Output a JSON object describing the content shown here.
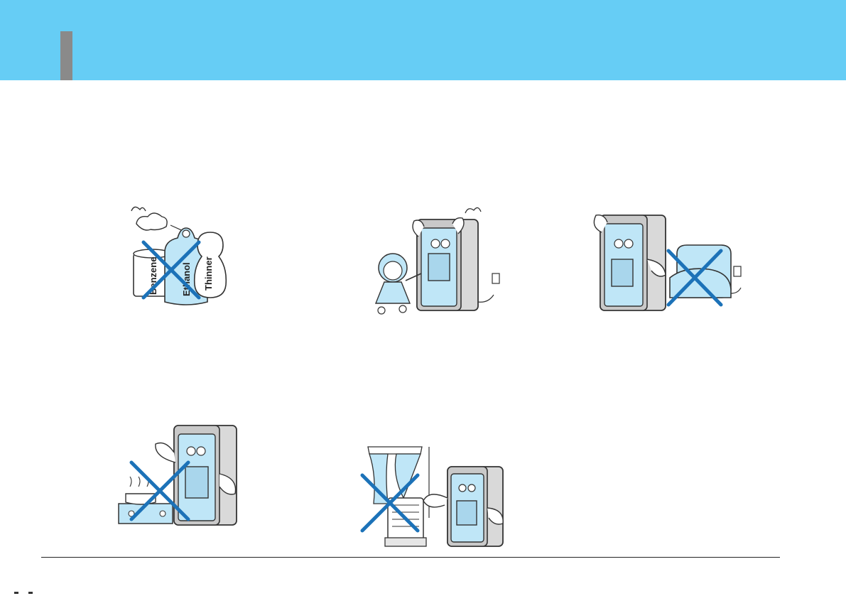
{
  "colors": {
    "header_bg": "#66cdf5",
    "header_accent": "#8a8a8a",
    "cross": "#1c72b8",
    "device_panel": "#bfe6f7",
    "device_body": "#d9d9d9"
  },
  "illustrations": {
    "solvents": {
      "labels": [
        "Benzene",
        "Ethanol",
        "Thinner"
      ],
      "crossed": true,
      "icon": "solvent-cans-icon"
    },
    "child_hanging": {
      "crossed": false,
      "icon": "child-hanging-on-purifier-icon"
    },
    "behind_furniture": {
      "crossed": true,
      "icon": "purifier-behind-sofa-icon"
    },
    "near_steam": {
      "crossed": true,
      "icon": "purifier-near-stove-icon"
    },
    "near_heater_curtain": {
      "crossed": true,
      "icon": "purifier-near-heater-icon"
    }
  }
}
